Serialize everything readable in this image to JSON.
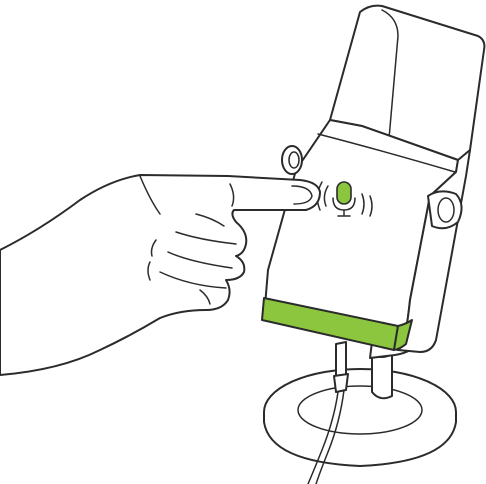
{
  "figure": {
    "subject": "usb-microphone-touch-mute",
    "accent_color": "#8cc63f",
    "line_color": "#2b2b2b",
    "icons": [
      "microphone-icon",
      "touch-mute-sensor",
      "hand-pointer"
    ]
  }
}
